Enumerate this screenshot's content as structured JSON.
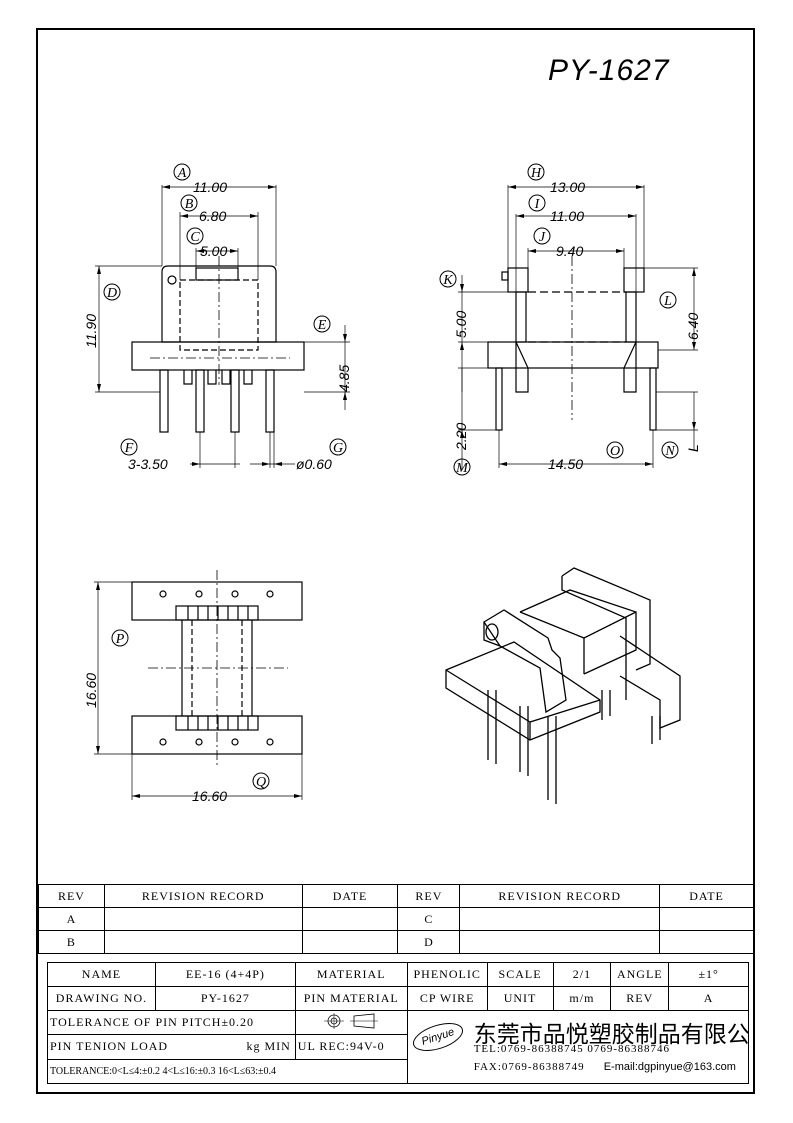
{
  "part_number": "PY-1627",
  "dimensions": {
    "A": "11.00",
    "B": "6.80",
    "C": "5.00",
    "D": "11.90",
    "E": "4.85",
    "F": "3-3.50",
    "G": "ø0.60",
    "H": "13.00",
    "I": "11.00",
    "J": "9.40",
    "K": "5.00",
    "L": "6.40",
    "M": "2.20",
    "N": "L",
    "O": "14.50",
    "P": "16.60",
    "Q": "16.60"
  },
  "callouts": [
    "A",
    "B",
    "C",
    "D",
    "E",
    "F",
    "G",
    "H",
    "I",
    "J",
    "K",
    "L",
    "M",
    "N",
    "O",
    "P",
    "Q"
  ],
  "revision_table": {
    "headers": [
      "REV",
      "REVISION RECORD",
      "DATE",
      "REV",
      "REVISION RECORD",
      "DATE"
    ],
    "rows": [
      [
        "A",
        "",
        "",
        "C",
        "",
        ""
      ],
      [
        "B",
        "",
        "",
        "D",
        "",
        ""
      ]
    ]
  },
  "info": {
    "name_label": "NAME",
    "name_value": "EE-16 (4+4P)",
    "material_label": "MATERIAL",
    "material_value": "PHENOLIC",
    "scale_label": "SCALE",
    "scale_value": "2/1",
    "angle_label": "ANGLE",
    "angle_value": "±1°",
    "drawing_no_label": "DRAWING NO.",
    "drawing_no_value": "PY-1627",
    "pin_material_label": "PIN MATERIAL",
    "pin_material_value": "CP WIRE",
    "unit_label": "UNIT",
    "unit_value": "m/m",
    "rev_label": "REV",
    "rev_value": "A",
    "tolerance_pitch": "TOLERANCE OF PIN PITCH±0.20",
    "pin_tension": "PIN TENION LOAD",
    "pin_tension_unit": "kg MIN",
    "ul_rec": "UL REC:94V-0",
    "tolerance_line": "TOLERANCE:0<L≤4:±0.2  4<L≤16:±0.3  16<L≤63:±0.4",
    "company_cn": "东莞市品悦塑胶制品有限公司",
    "logo_text": "Pinyue",
    "tel": "TEL:0769-86388745    0769-86388746",
    "fax": "FAX:0769-86388749",
    "email": "E-mail:dgpinyue@163.com"
  }
}
